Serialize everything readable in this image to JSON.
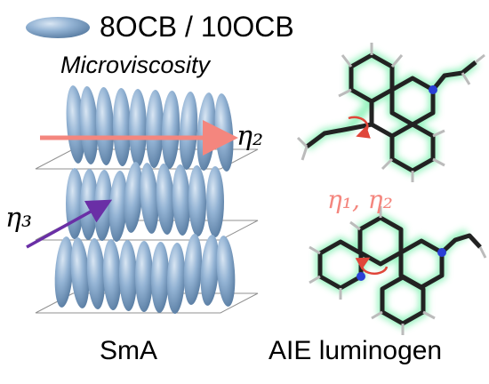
{
  "legend": {
    "label": "8OCB / 10OCB"
  },
  "title": "Microviscosity",
  "eta2_label": "η₂",
  "eta3_label": "η₃",
  "eta12_label": "η₁, η₂",
  "phase_label": "SmA",
  "molecule_label": "AIE luminogen",
  "colors": {
    "ellipsoid": "#8fb0d2",
    "ellipsoid_dark": "#5a7ea6",
    "red_arrow": "#f4867e",
    "purple_arrow": "#6a2fa6",
    "plane": "#909090",
    "glow": "#7ff0b0"
  }
}
